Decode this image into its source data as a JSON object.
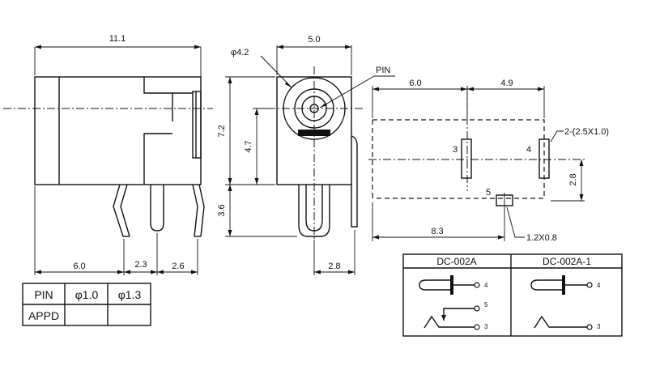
{
  "side_view": {
    "dim_length": "11.1",
    "dim_a": "6.0",
    "dim_b": "2.3",
    "dim_c": "2.6"
  },
  "front_view": {
    "dim_diameter": "φ4.2",
    "dim_width": "5.0",
    "dim_height": "7.2",
    "dim_center_height": "4.7",
    "dim_pin_length": "3.6",
    "dim_pin_width": "2.8",
    "pin_label": "PIN"
  },
  "pcb_layout": {
    "dim_left": "6.0",
    "dim_right": "4.9",
    "dim_bottom": "8.3",
    "dim_vertical": "2.8",
    "pad_3": "3",
    "pad_4": "4",
    "pad_5": "5",
    "note_slot": "2-(2.5X1.0)",
    "note_hole": "1.2X0.8"
  },
  "pin_table": {
    "header": [
      "PIN",
      "φ1.0",
      "φ1.3"
    ],
    "row_label": "APPD"
  },
  "schematic_table": {
    "col1_title": "DC-002A",
    "col2_title": "DC-002A-1",
    "col1_pins": [
      "4",
      "5",
      "3"
    ],
    "col2_pins": [
      "4",
      "3"
    ]
  }
}
